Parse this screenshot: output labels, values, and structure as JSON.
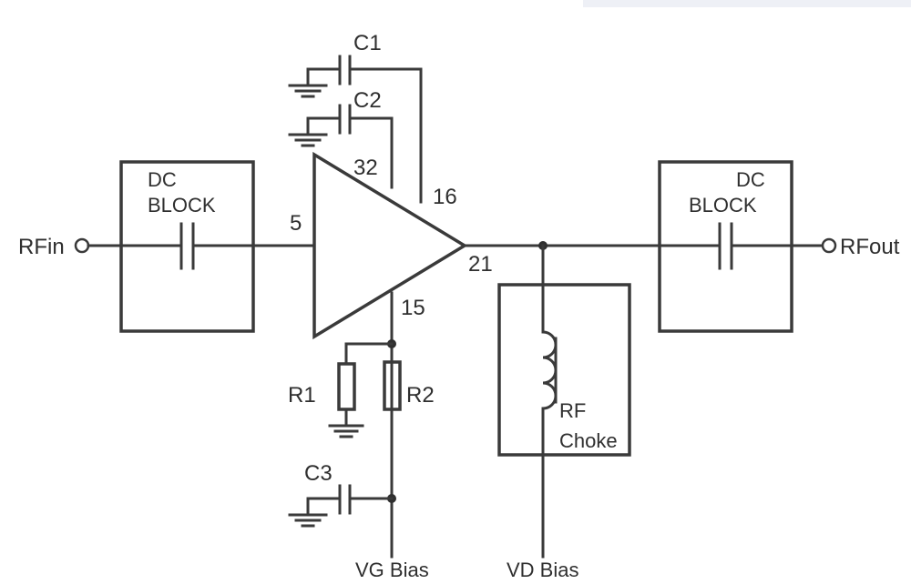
{
  "ports": {
    "rf_in": "RFin",
    "rf_out": "RFout"
  },
  "dc_block": {
    "line1": "DC",
    "line2": "BLOCK"
  },
  "pins": {
    "input": "5",
    "c2_pin": "32",
    "c1_pin": "16",
    "output": "21",
    "gate_pin": "15"
  },
  "capacitors": {
    "c1": "C1",
    "c2": "C2",
    "c3": "C3"
  },
  "resistors": {
    "r1": "R1",
    "r2": "R2"
  },
  "choke": {
    "line1": "RF",
    "line2": "Choke"
  },
  "bias": {
    "vg": "VG Bias",
    "vd": "VD Bias"
  }
}
